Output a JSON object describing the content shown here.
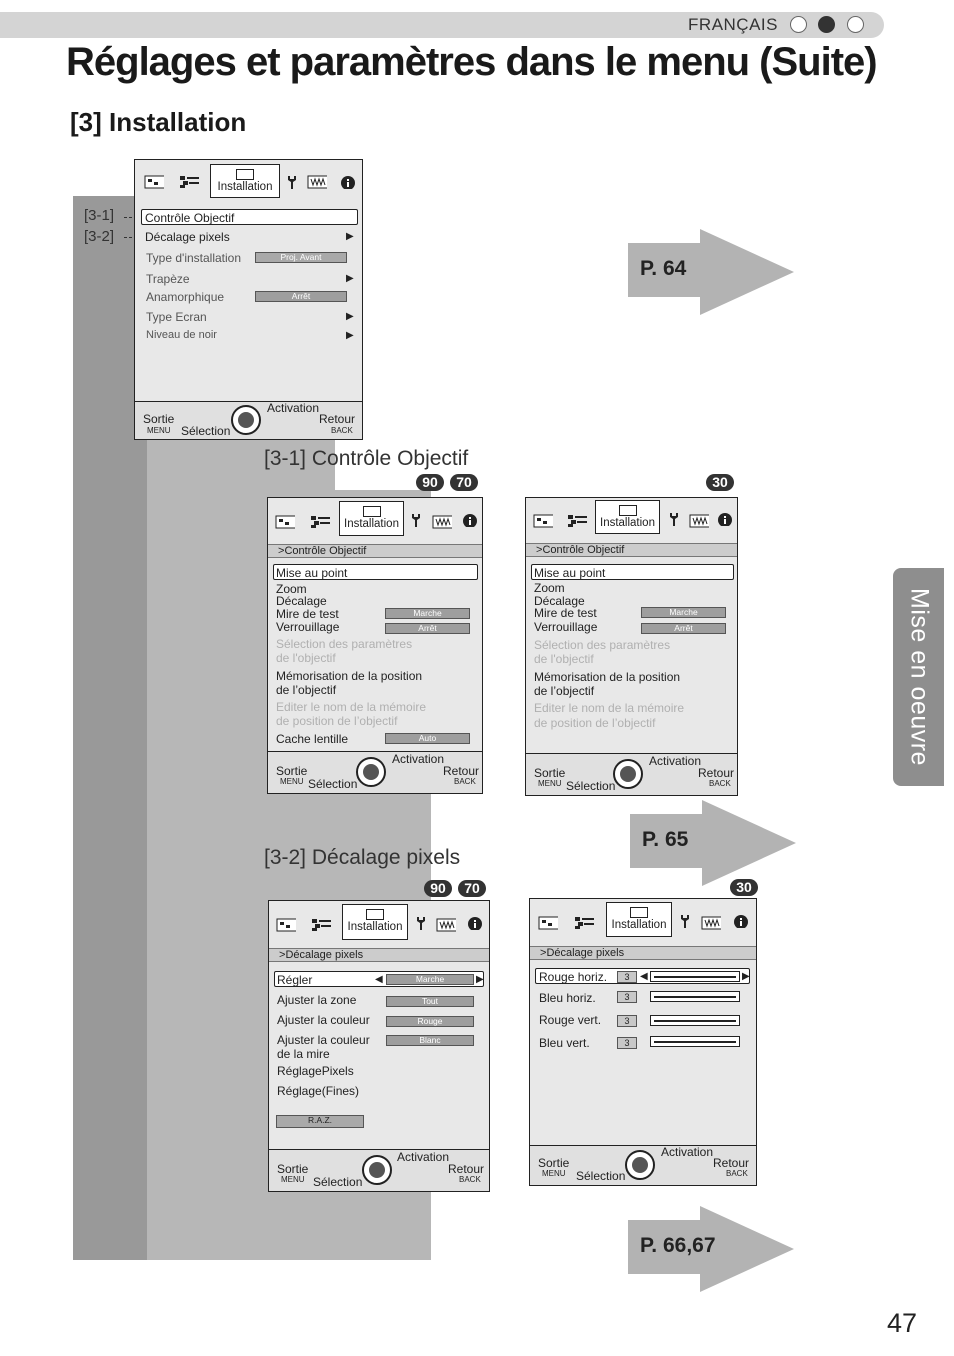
{
  "header": {
    "language": "FRANÇAIS",
    "title": "Réglages et paramètres dans le menu (Suite)",
    "subtitle": "[3] Installation",
    "side_tab": "Mise en oeuvre",
    "page_number": "47"
  },
  "sections": {
    "s31": "[3-1] Contrôle Objectif",
    "s32": "[3-2] Décalage pixels"
  },
  "callouts": {
    "c31": "[3-1]",
    "c32": "[3-2]"
  },
  "arrows": {
    "a1": "P. 64",
    "a2": "P. 65",
    "a3": "P. 66,67"
  },
  "badges": {
    "b90": "90",
    "b70": "70",
    "b30": "30"
  },
  "common": {
    "tab_label": "Installation",
    "sortie": "Sortie",
    "menu": "MENU",
    "selection": "Sélection",
    "activation": "Activation",
    "retour": "Retour",
    "back": "BACK"
  },
  "main_menu": {
    "items": [
      "Contrôle Objectif",
      "Décalage pixels",
      "Type d'installation",
      "Trapèze",
      "Anamorphique",
      "Type Ecran",
      "Niveau de noir"
    ],
    "values": {
      "type_install": "Proj. Avant",
      "anamorphique": "Arrêt"
    }
  },
  "lens_menu": {
    "header": "Contrôle Objectif",
    "items": [
      "Mise au point",
      "Zoom",
      "Décalage",
      "Mire de test",
      "Verrouillage"
    ],
    "dim1": [
      "Sélection des paramètres",
      "de l'objectif"
    ],
    "mem": [
      "Mémorisation de la position",
      "de l’objectif"
    ],
    "dim2": [
      "Editer le nom de la mémoire",
      "de position de l’objectif"
    ],
    "cache": "Cache lentille",
    "values": {
      "mire": "Marche",
      "verrou": "Arrêt",
      "cache": "Auto"
    }
  },
  "pixel_menu_a": {
    "header": "Décalage pixels",
    "items": [
      "Régler",
      "Ajuster la zone",
      "Ajuster la couleur",
      "Ajuster la couleur",
      "de la mire",
      "RéglagePixels",
      "Réglage(Fines)"
    ],
    "values": {
      "regler": "Marche",
      "zone": "Tout",
      "couleur": "Rouge",
      "mire": "Blanc"
    },
    "reset": "R.A.Z."
  },
  "pixel_menu_b": {
    "header": "Décalage pixels",
    "rows": [
      {
        "label": "Rouge horiz.",
        "value": "3"
      },
      {
        "label": "Bleu horiz.",
        "value": "3"
      },
      {
        "label": "Rouge vert.",
        "value": "3"
      },
      {
        "label": "Bleu vert.",
        "value": "3"
      }
    ]
  }
}
